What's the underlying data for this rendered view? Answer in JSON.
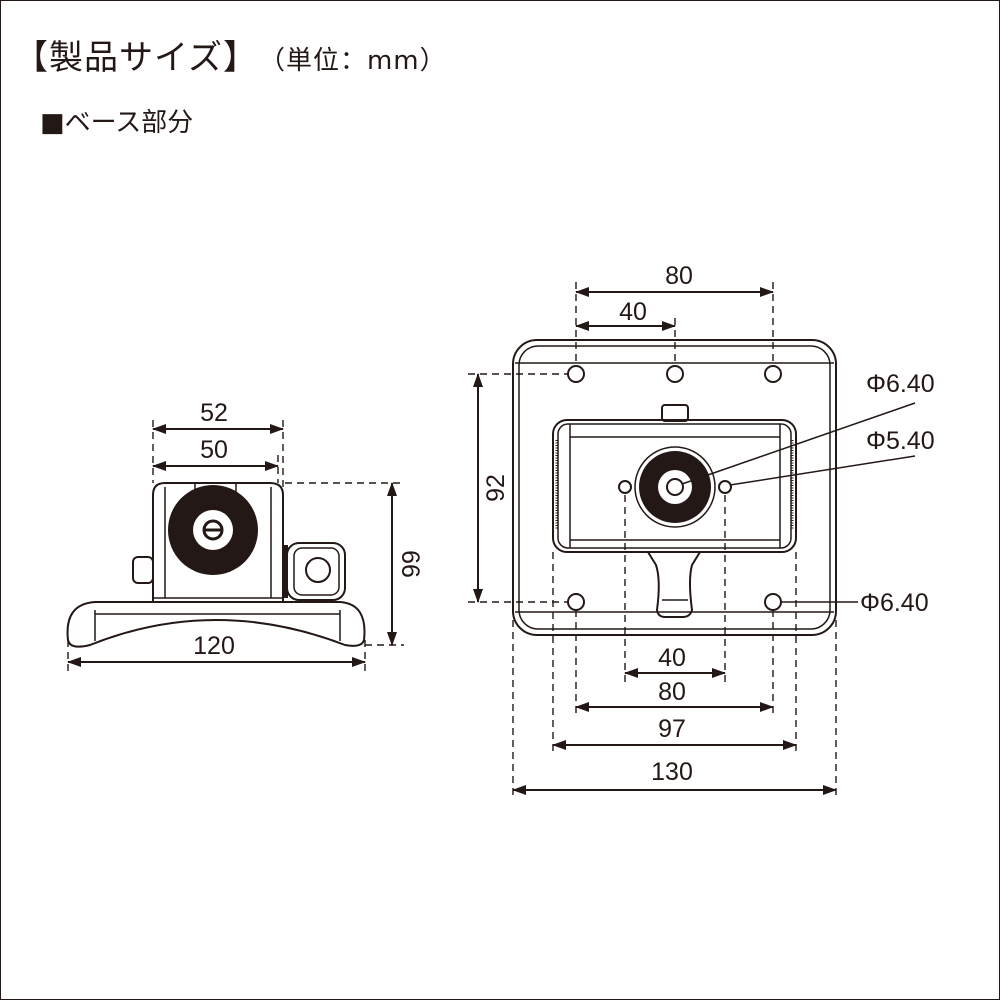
{
  "header": {
    "title": "【製品サイズ】",
    "unit": "（単位：mm）"
  },
  "section": {
    "label": "■ベース部分"
  },
  "side_view": {
    "dim_52": "52",
    "dim_50": "50",
    "dim_66": "66",
    "dim_120": "120"
  },
  "top_view": {
    "dim_top_80": "80",
    "dim_top_40": "40",
    "dim_92": "92",
    "dim_bottom_40": "40",
    "dim_bottom_80": "80",
    "dim_97": "97",
    "dim_130": "130",
    "hole_label_1": "Φ6.40",
    "hole_label_2": "Φ5.40",
    "hole_label_3": "Φ6.40"
  }
}
